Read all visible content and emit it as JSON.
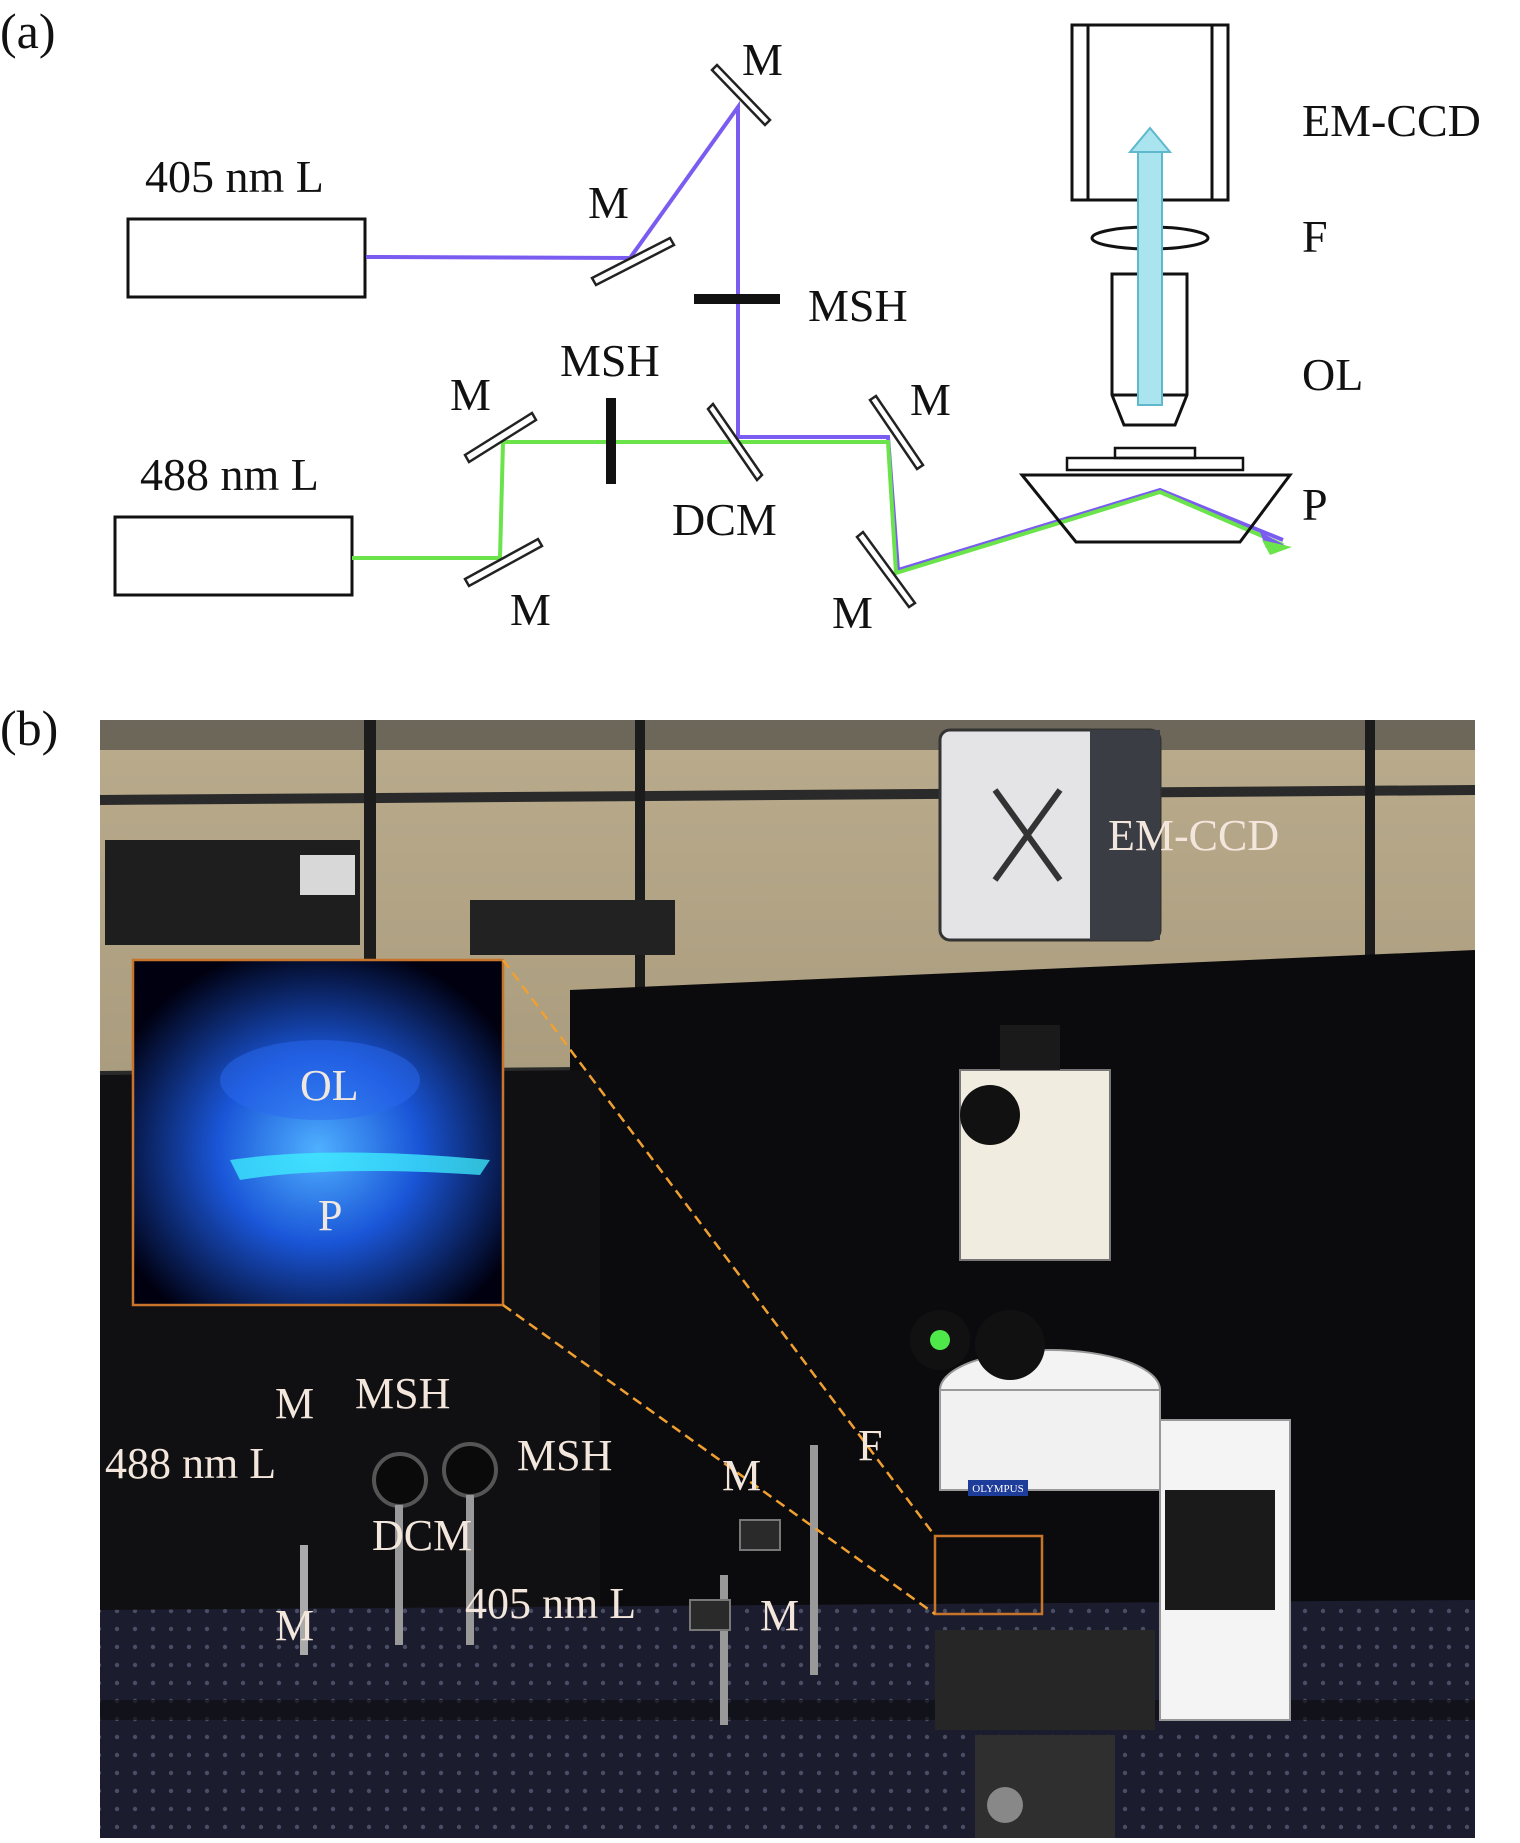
{
  "panel_a": {
    "label": "(a)",
    "components": {
      "laser_405": "405 nm L",
      "laser_488": "488 nm L",
      "mirror": "M",
      "shutter": "MSH",
      "dichroic": "DCM",
      "camera": "EM-CCD",
      "filter": "F",
      "objective": "OL",
      "prism": "P"
    }
  },
  "panel_b": {
    "label": "(b)",
    "photo_labels": {
      "em_ccd": "EM-CCD",
      "inset_objective": "OL",
      "inset_prism": "P",
      "mirror_1": "M",
      "shutter_1": "MSH",
      "laser_488": "488 nm L",
      "shutter_2": "MSH",
      "dichroic": "DCM",
      "laser_405": "405 nm L",
      "mirror_2": "M",
      "filter": "F",
      "mirror_3": "M",
      "mirror_4": "M"
    },
    "microscope_brand": "OLYMPUS"
  },
  "colors": {
    "beam_405": "#7b5cf0",
    "beam_488": "#6be34a",
    "emission_arrow": "#a9e4ef",
    "inset_border": "#c8742a",
    "zoom_lines": "#f0a030"
  }
}
